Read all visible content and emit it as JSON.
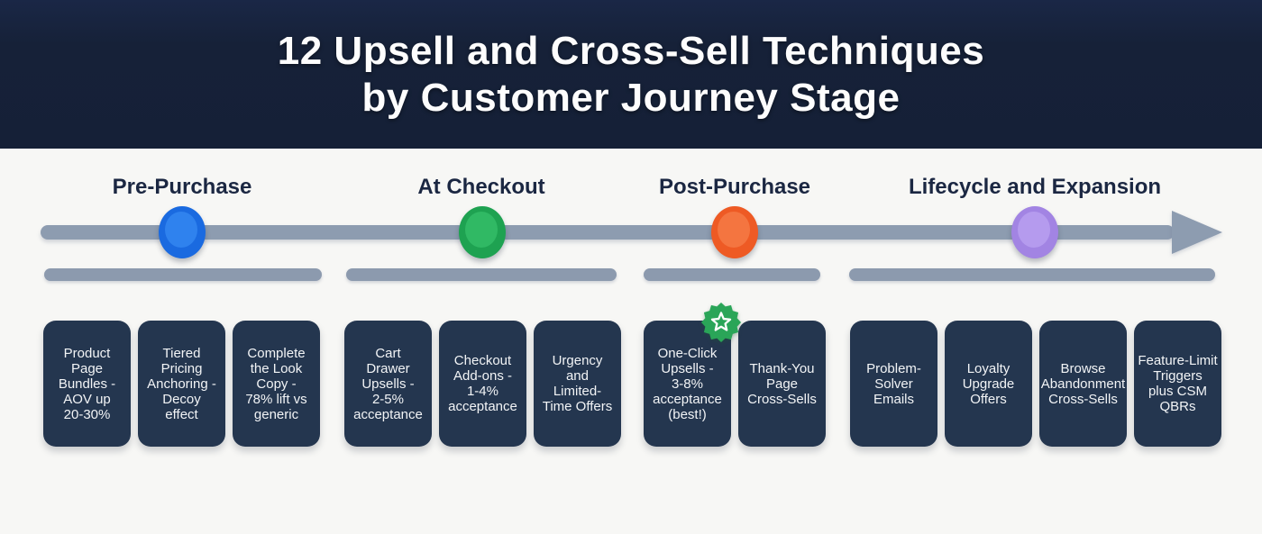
{
  "title": {
    "line1": "12 Upsell and Cross-Sell Techniques",
    "line2": "by Customer Journey Stage"
  },
  "colors": {
    "header_background": "#162138",
    "page_background": "#f7f7f5",
    "card_background": "#24364f",
    "card_text": "#f2f4f6",
    "timeline_gray": "#8d9cb0",
    "stage_label_text": "#1b2742",
    "badge_green": "#2aa558"
  },
  "timeline": {
    "direction": "left-to-right arrow",
    "stage_count": 4,
    "technique_count": 12
  },
  "stages": [
    {
      "label": "Pre-Purchase",
      "dot_color": "#1a6ae0",
      "dot_inner_color": "#2f82ee",
      "cards": [
        {
          "text": "Product\nPage\nBundles -\nAOV up\n20-30%"
        },
        {
          "text": "Tiered\nPricing\nAnchoring -\nDecoy\neffect"
        },
        {
          "text": "Complete\nthe Look\nCopy -\n78% lift vs\ngeneric"
        }
      ]
    },
    {
      "label": "At Checkout",
      "dot_color": "#1ea251",
      "dot_inner_color": "#30b964",
      "cards": [
        {
          "text": "Cart\nDrawer\nUpsells -\n2-5%\nacceptance"
        },
        {
          "text": "Checkout\nAdd-ons -\n1-4%\nacceptance"
        },
        {
          "text": "Urgency\nand\nLimited-\nTime Offers"
        }
      ]
    },
    {
      "label": "Post-Purchase",
      "dot_color": "#ee5a24",
      "dot_inner_color": "#f47540",
      "cards": [
        {
          "text": "One-Click\nUpsells -\n3-8%\nacceptance\n(best!)",
          "badge": "star-seal"
        },
        {
          "text": "Thank-You\nPage\nCross-Sells"
        }
      ]
    },
    {
      "label": "Lifecycle and Expansion",
      "dot_color": "#a284e3",
      "dot_inner_color": "#b59bee",
      "cards": [
        {
          "text": "Problem-\nSolver\nEmails"
        },
        {
          "text": "Loyalty\nUpgrade\nOffers"
        },
        {
          "text": "Browse\nAbandonment\nCross-Sells"
        },
        {
          "text": "Feature-Limit\nTriggers\nplus CSM\nQBRs"
        }
      ]
    }
  ]
}
